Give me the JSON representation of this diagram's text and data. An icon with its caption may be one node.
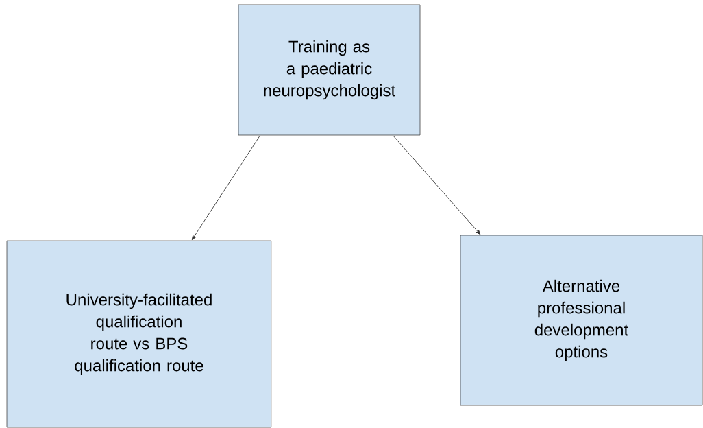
{
  "diagram": {
    "nodes": [
      {
        "text": [
          "Training as a paediatric neuropsychologist"
        ]
      },
      {
        "text": [
          "University-facilitated qualification route vs BPS qualification route"
        ]
      },
      {
        "text": [
          "Alternative professional development options"
        ]
      }
    ],
    "edges": [
      {
        "from": 0,
        "to": 1,
        "arrow": "to"
      },
      {
        "from": 0,
        "to": 2,
        "arrow": "to"
      }
    ]
  }
}
